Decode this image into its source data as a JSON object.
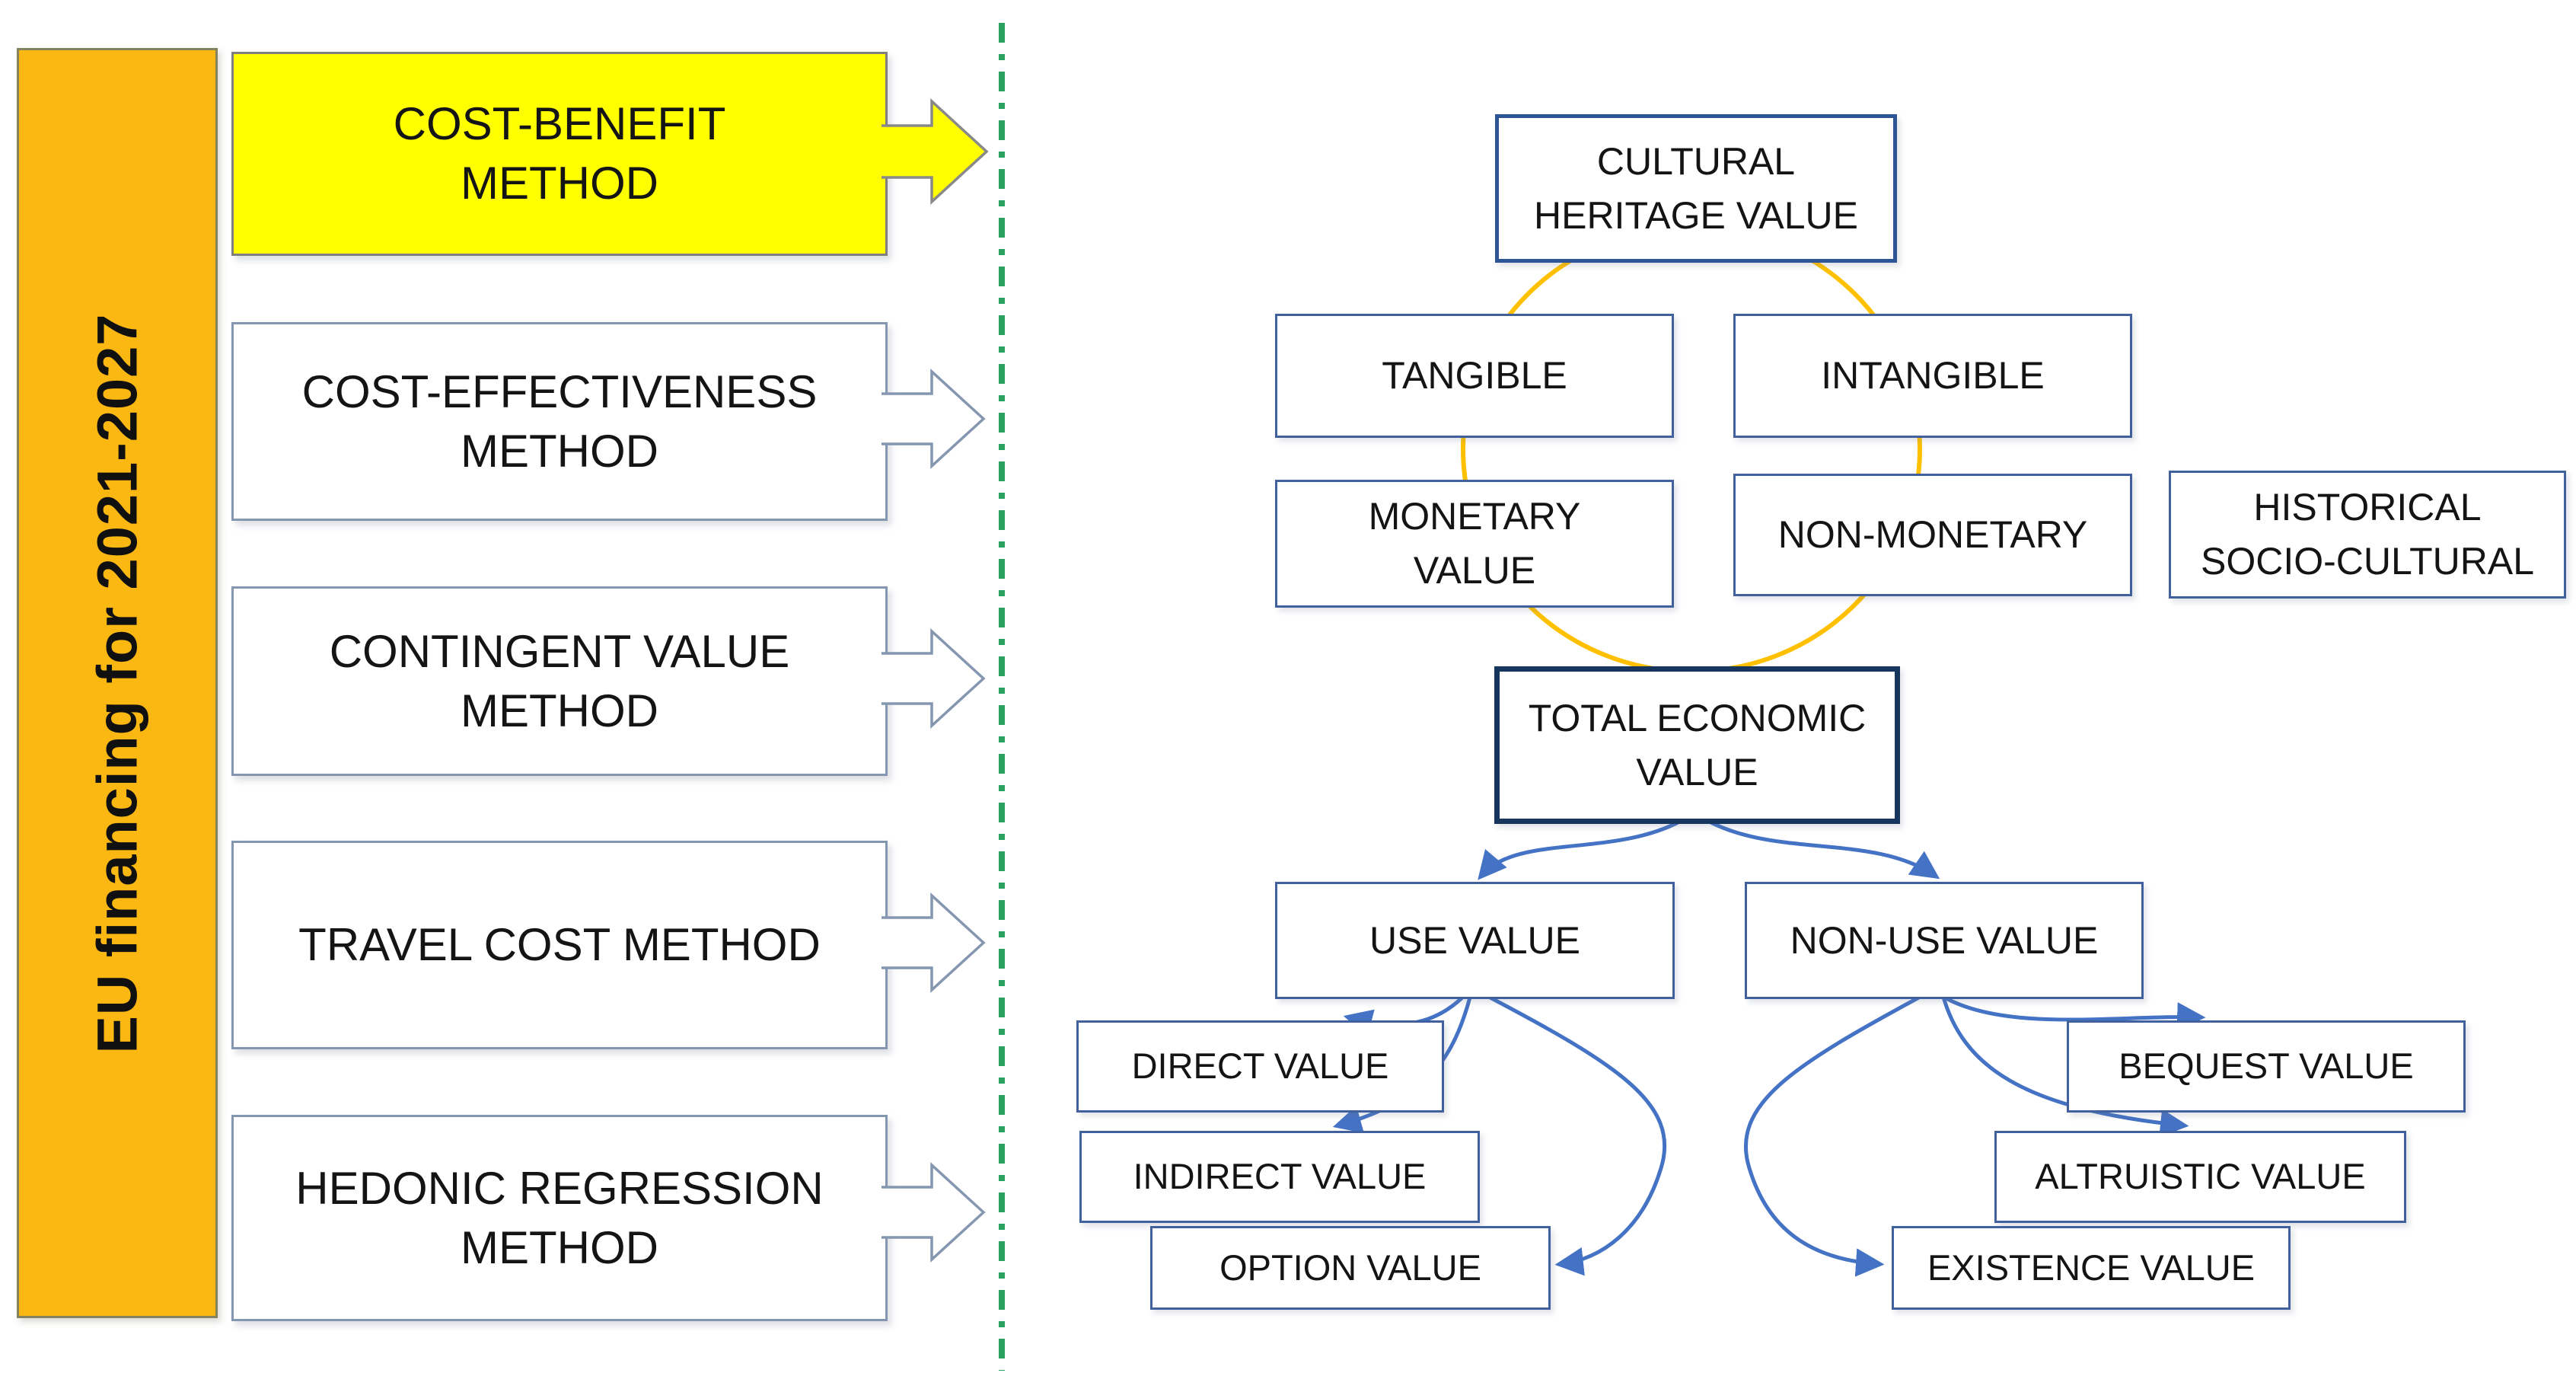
{
  "banner": {
    "label": "EU financing for 2021-2027"
  },
  "methods": {
    "items": [
      {
        "label": "COST-BENEFIT\nMETHOD",
        "highlighted": true
      },
      {
        "label": "COST-EFFECTIVENESS\nMETHOD",
        "highlighted": false
      },
      {
        "label": "CONTINGENT VALUE\nMETHOD",
        "highlighted": false
      },
      {
        "label": "TRAVEL COST METHOD",
        "highlighted": false
      },
      {
        "label": "HEDONIC REGRESSION\nMETHOD",
        "highlighted": false
      }
    ]
  },
  "diagram": {
    "root": {
      "label": "CULTURAL\nHERITAGE VALUE"
    },
    "tangible": {
      "label": "TANGIBLE"
    },
    "intangible": {
      "label": "INTANGIBLE"
    },
    "monetary": {
      "label": "MONETARY\nVALUE"
    },
    "non_monetary": {
      "label": "NON-MONETARY"
    },
    "historical": {
      "label": "HISTORICAL\nSOCIO-CULTURAL"
    },
    "tev": {
      "label": "TOTAL ECONOMIC\nVALUE"
    },
    "use": {
      "label": "USE VALUE"
    },
    "non_use": {
      "label": "NON-USE VALUE"
    },
    "direct": {
      "label": "DIRECT VALUE"
    },
    "indirect": {
      "label": "INDIRECT VALUE"
    },
    "option": {
      "label": "OPTION VALUE"
    },
    "bequest": {
      "label": "BEQUEST VALUE"
    },
    "altruistic": {
      "label": "ALTRUISTIC VALUE"
    },
    "existence": {
      "label": "EXISTENCE VALUE"
    }
  },
  "colors": {
    "banner_bg": "#FBB712",
    "highlight_bg": "#FFFF00",
    "box_border": "#8496B0",
    "node_border": "#41619E",
    "root_border": "#2E5596",
    "tev_border": "#17365D",
    "connector_blue": "#4472C4",
    "circle_gold": "#FFC000",
    "divider_green": "#2CA05E",
    "arrow_gray": "#898989"
  }
}
